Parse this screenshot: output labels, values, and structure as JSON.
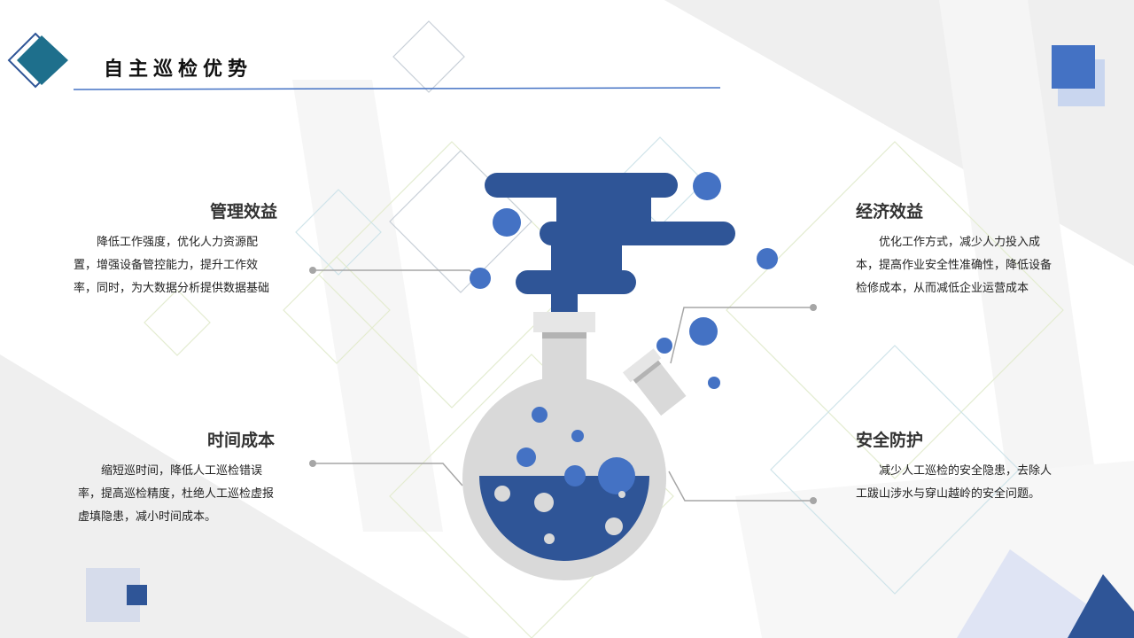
{
  "title": "自主巡检优势",
  "colors": {
    "primary": "#2f5597",
    "accent": "#4472c4",
    "flask": "#d9d9d9"
  },
  "blocks": [
    {
      "heading": "管理效益",
      "text": "降低工作强度，优化人力资源配置，增强设备管控能力，提升工作效率，同时，为大数据分析提供数据基础"
    },
    {
      "heading": "经济效益",
      "text": "优化工作方式，减少人力投入成本，提高作业安全性准确性，降低设备检修成本，从而减低企业运营成本"
    },
    {
      "heading": "时间成本",
      "text": "缩短巡时间，降低人工巡检错误率，提高巡检精度，杜绝人工巡检虚报虚填隐患，减小时间成本。"
    },
    {
      "heading": "安全防护",
      "text": "减少人工巡检的安全隐患，去除人工跋山涉水与穿山越岭的安全问题。"
    }
  ]
}
